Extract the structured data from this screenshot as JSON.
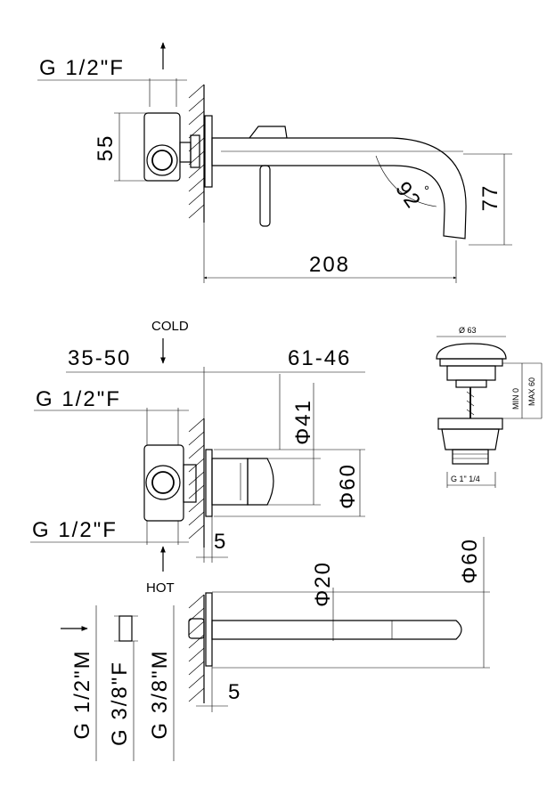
{
  "top_view": {
    "inlet_thread": "G 1/2\"F",
    "height_dim": "55",
    "angle_dim": "92",
    "angle_unit": "°",
    "spout_drop": "77",
    "projection": "208"
  },
  "middle_view": {
    "cold_label": "COLD",
    "hot_label": "HOT",
    "depth_range": "35-50",
    "cover_range": "61-46",
    "upper_thread": "G 1/2\"F",
    "lower_thread": "G 1/2\"F",
    "cover_inner_dia": "Φ41",
    "cover_outer_dia": "Φ60",
    "wall_gap": "5"
  },
  "bottom_view": {
    "spout_dia": "Φ20",
    "plate_dia": "Φ60",
    "wall_gap": "5",
    "threads": [
      "G 1/2\"M",
      "G 3/8\"F",
      "G 3/8\"M"
    ]
  },
  "waste_detail": {
    "cap_dia": "Ø 63",
    "min_label": "MIN 0",
    "max_label": "MAX 60",
    "thread": "G 1\" 1/4"
  }
}
